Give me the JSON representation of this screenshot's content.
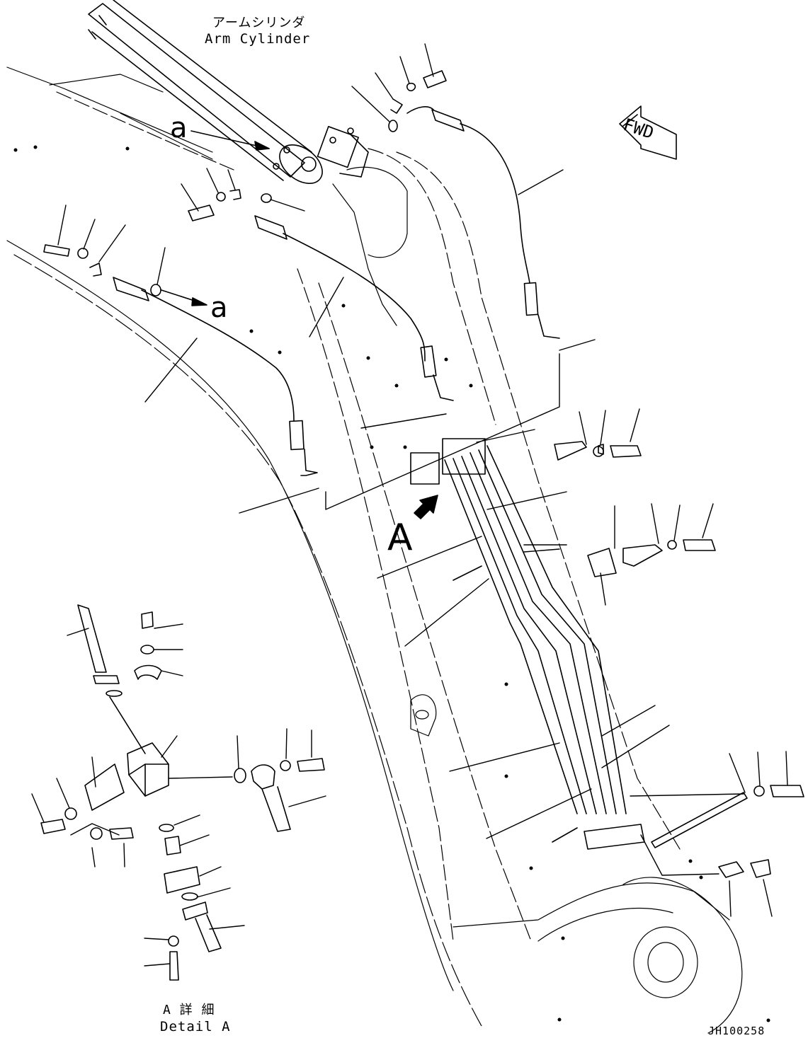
{
  "title_jp": "アームシリンダ",
  "title_en": "Arm Cylinder",
  "callout_a_top": "a",
  "callout_a_mid": "a",
  "view_label": "A",
  "fwd_label": "FWD",
  "detail_jp": "A 詳 細",
  "detail_en": "Detail A",
  "drawing_id": "JH100258"
}
